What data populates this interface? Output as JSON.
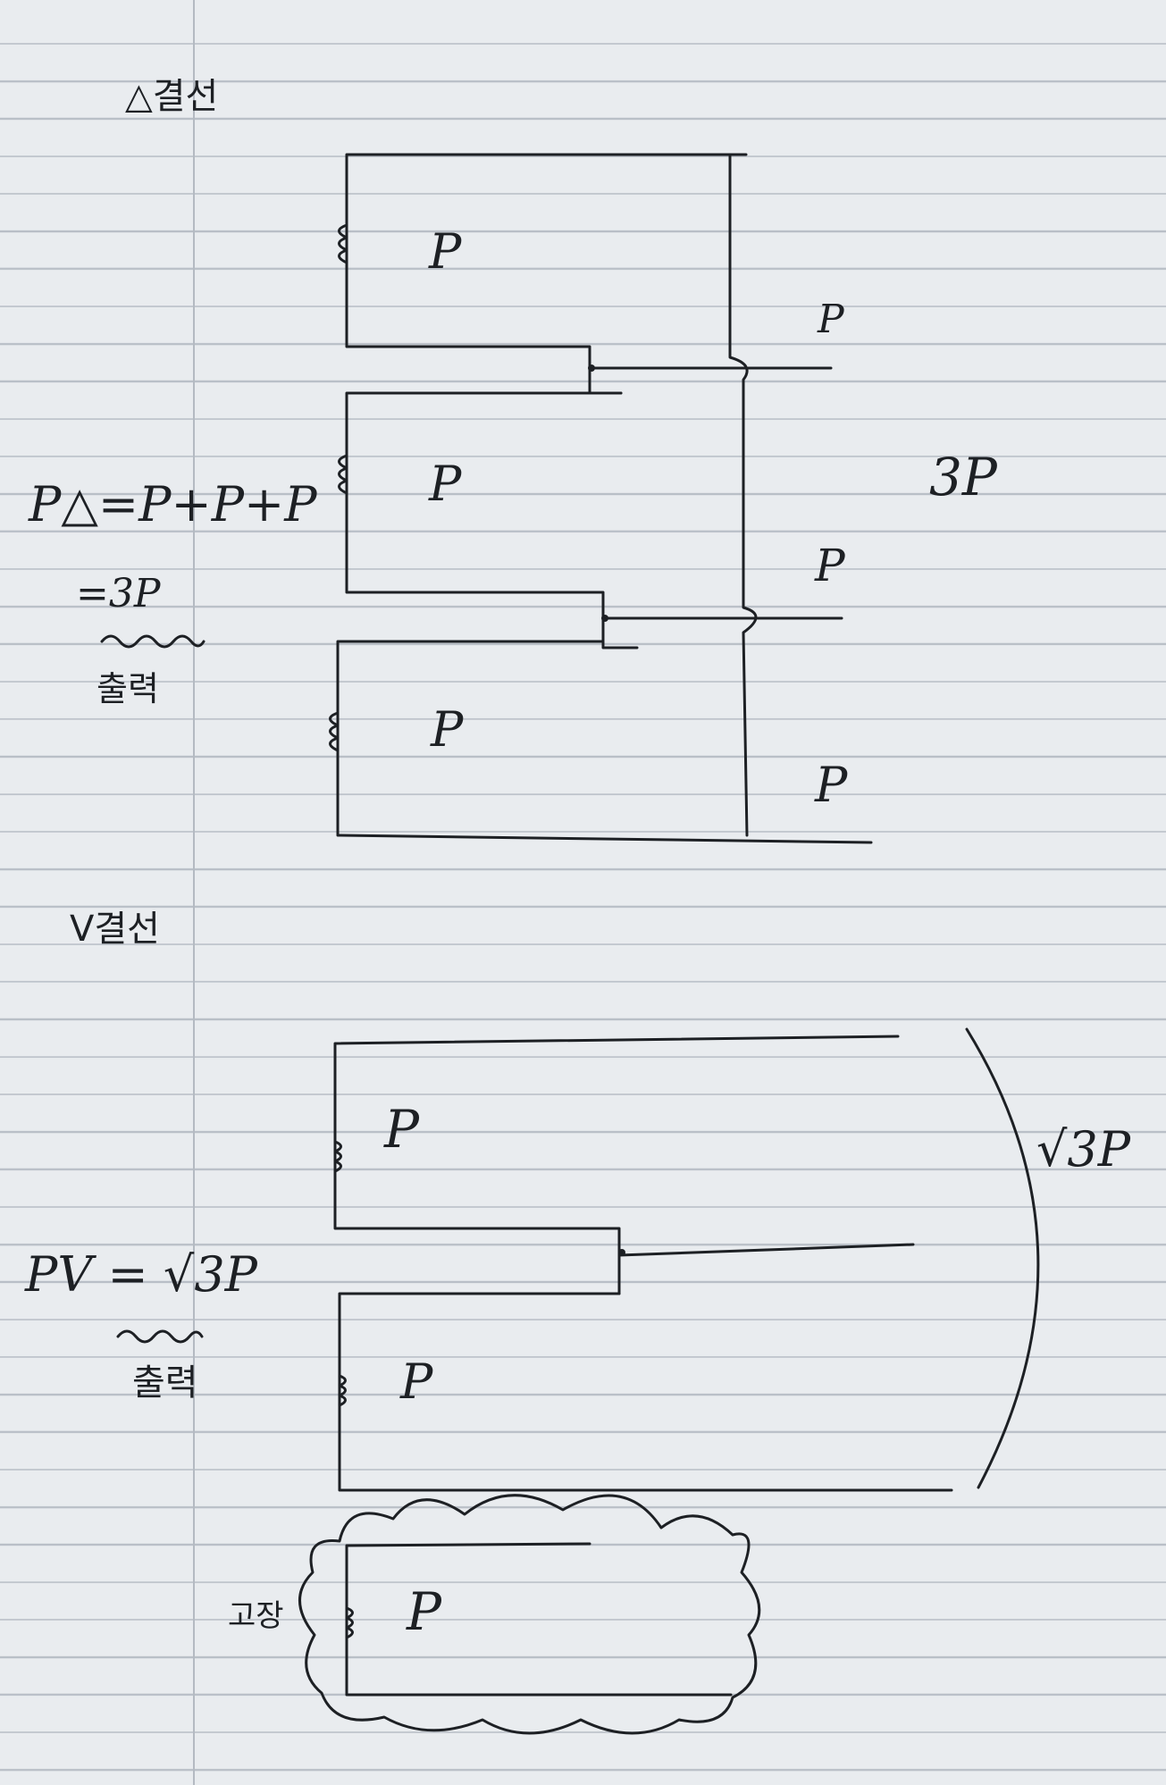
{
  "delta_section": {
    "heading": "△결선",
    "unit_labels": [
      "P",
      "P",
      "P"
    ],
    "line_labels": [
      "P",
      "P",
      "P"
    ],
    "total_label": "3P",
    "formula_line1": "P△=P+P+P",
    "formula_line2": "=3P",
    "formula_note": "출력"
  },
  "v_section": {
    "heading": "V결선",
    "unit_labels": [
      "P",
      "P"
    ],
    "total_label": "√3P",
    "formula": "PV = √3P",
    "formula_note": "출력"
  },
  "fault_unit": {
    "label": "P",
    "note": "고장"
  },
  "colors": {
    "ink": "#1d2024",
    "paper": "#e9ecef",
    "rule": "#b9bfc7"
  }
}
